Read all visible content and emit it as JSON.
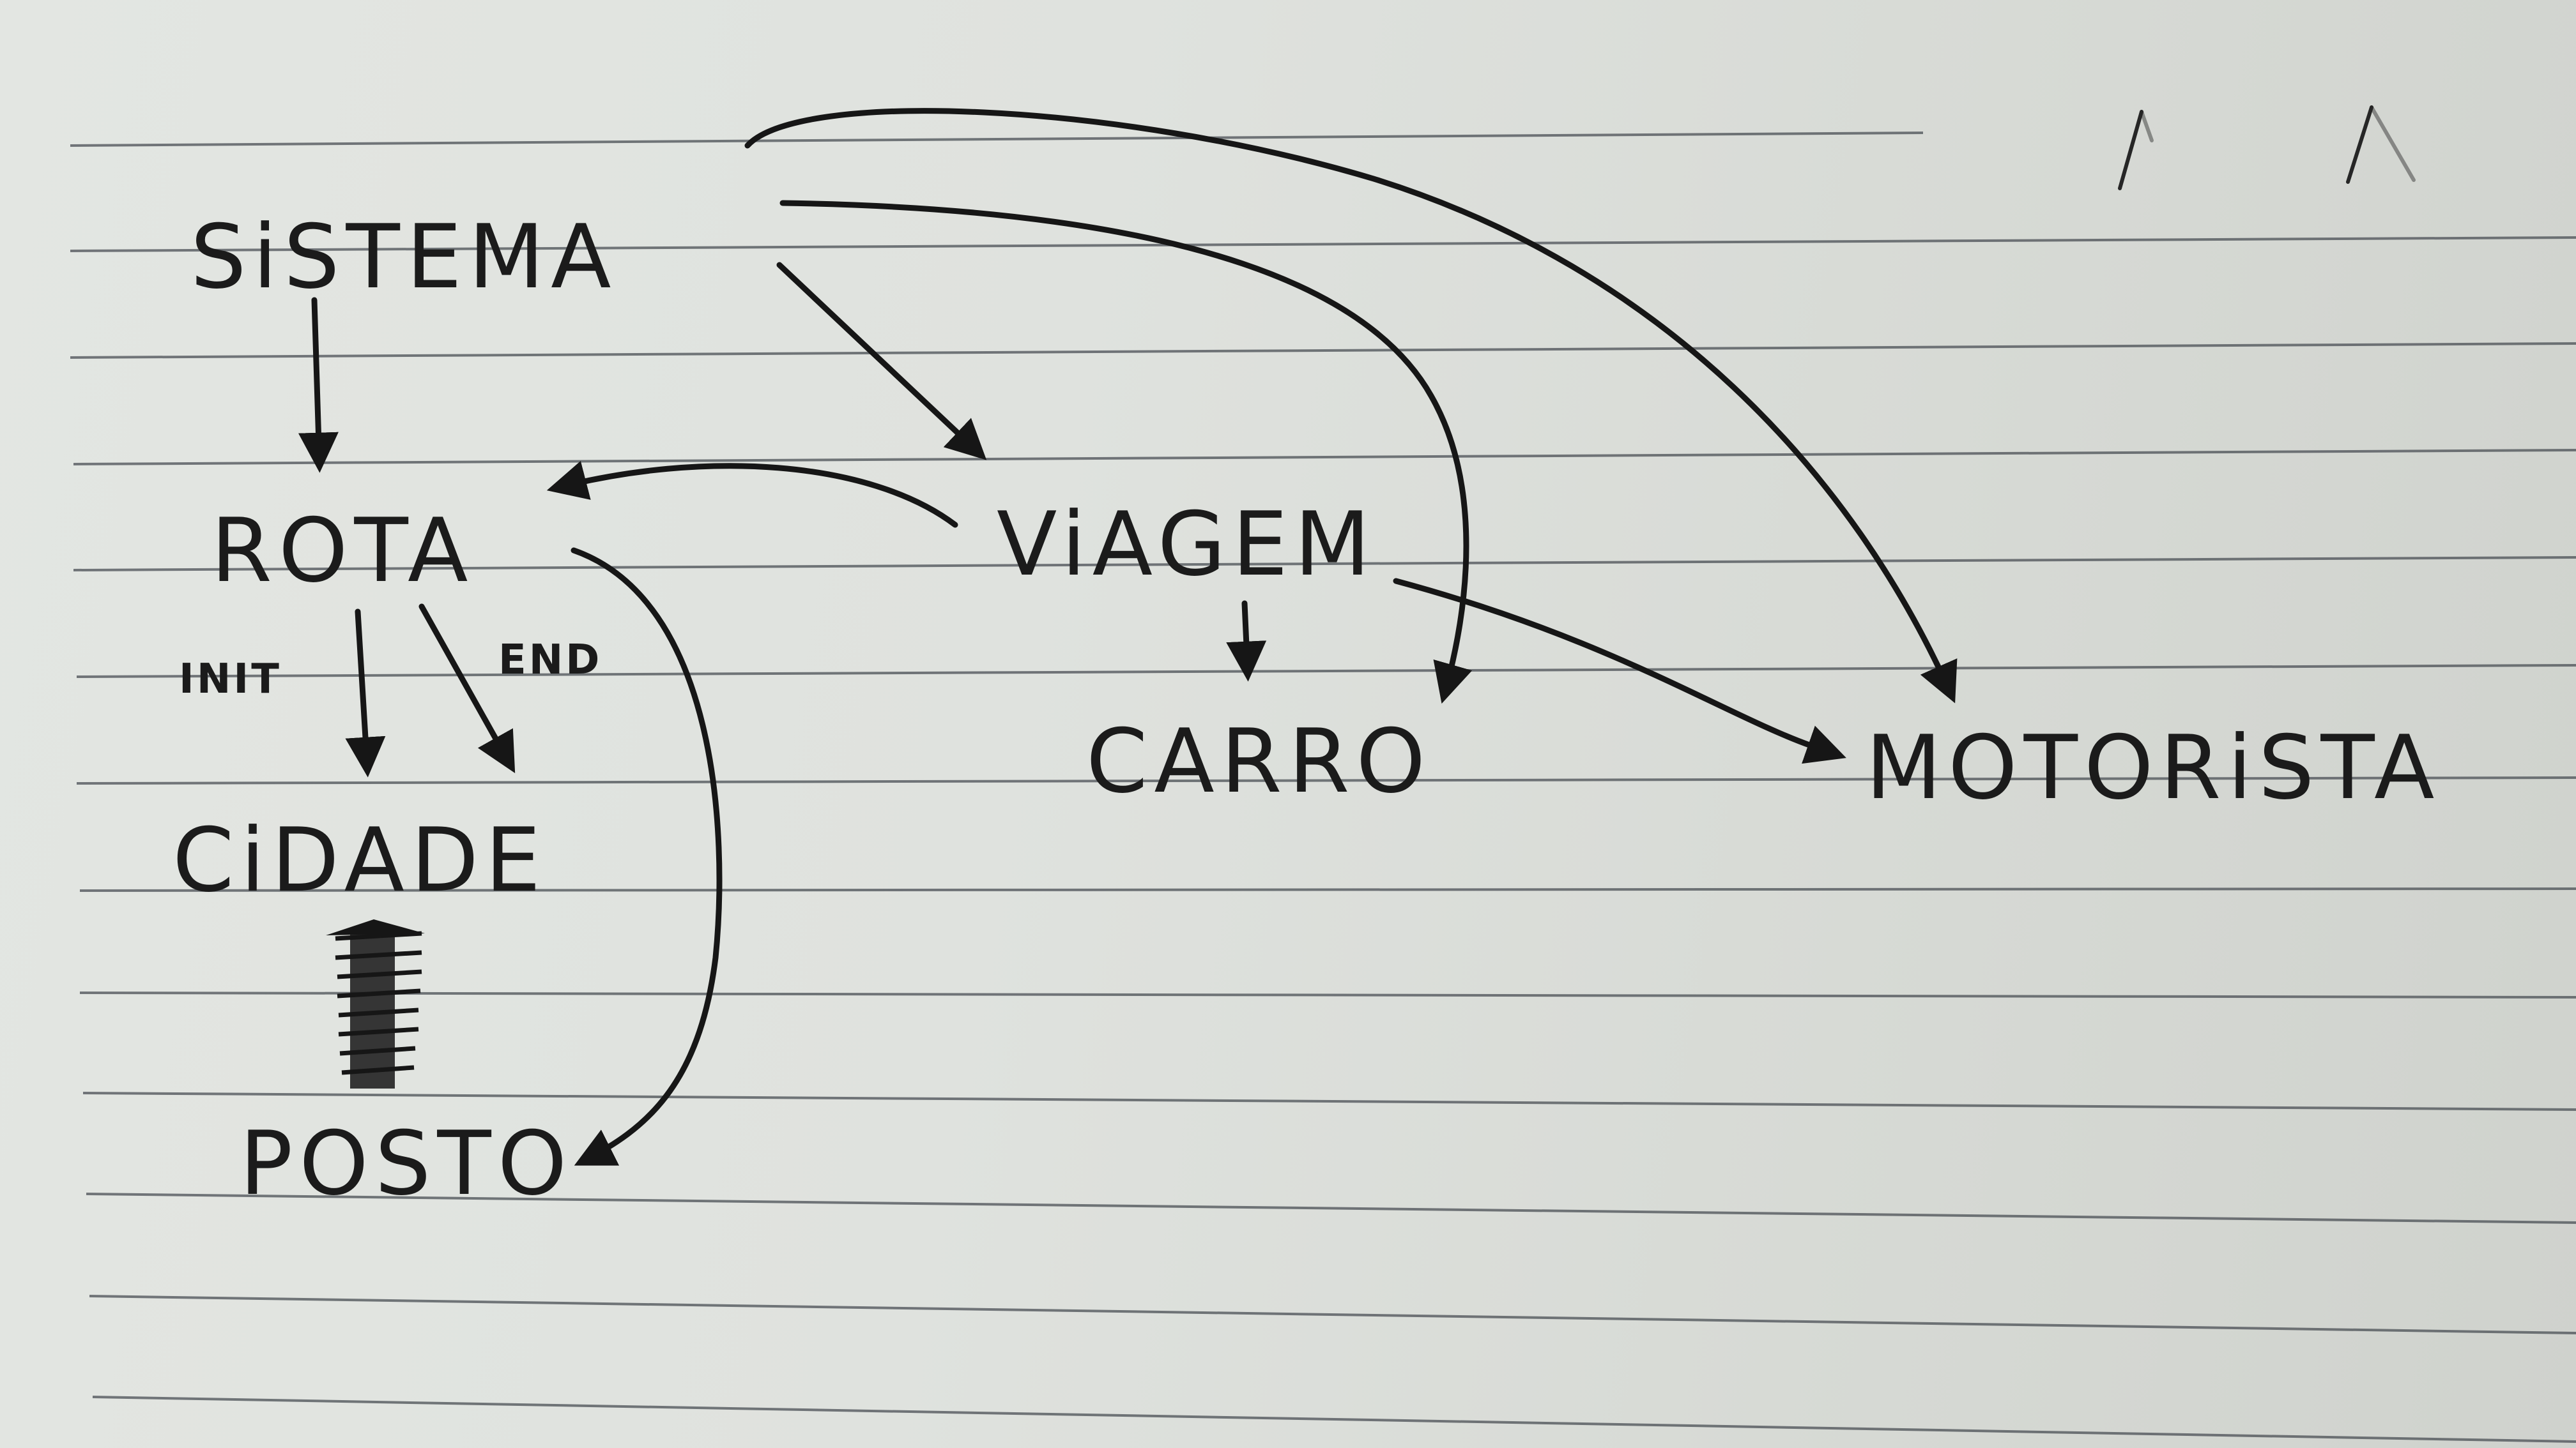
{
  "diagram": {
    "nodes": {
      "sistema": "SiSTEMA",
      "rota": "ROTA",
      "viagem": "ViAGEM",
      "cidade": "CiDADE",
      "posto": "POSTO",
      "carro": "CARRO",
      "motorista": "MOTORiSTA"
    },
    "edge_labels": {
      "init": "INIT",
      "end": "END"
    },
    "edges": [
      {
        "from": "sistema",
        "to": "rota"
      },
      {
        "from": "sistema",
        "to": "viagem"
      },
      {
        "from": "sistema",
        "to": "carro"
      },
      {
        "from": "sistema",
        "to": "motorista"
      },
      {
        "from": "viagem",
        "to": "rota"
      },
      {
        "from": "viagem",
        "to": "carro"
      },
      {
        "from": "viagem",
        "to": "motorista"
      },
      {
        "from": "rota",
        "to": "cidade",
        "label": "INIT"
      },
      {
        "from": "rota",
        "to": "cidade",
        "label": "END"
      },
      {
        "from": "rota",
        "to": "posto"
      },
      {
        "from": "posto",
        "to": "cidade"
      }
    ],
    "colors": {
      "ink": "#1b1b1b",
      "paper": "#e0e3df",
      "rule": "#4a4f55"
    }
  }
}
